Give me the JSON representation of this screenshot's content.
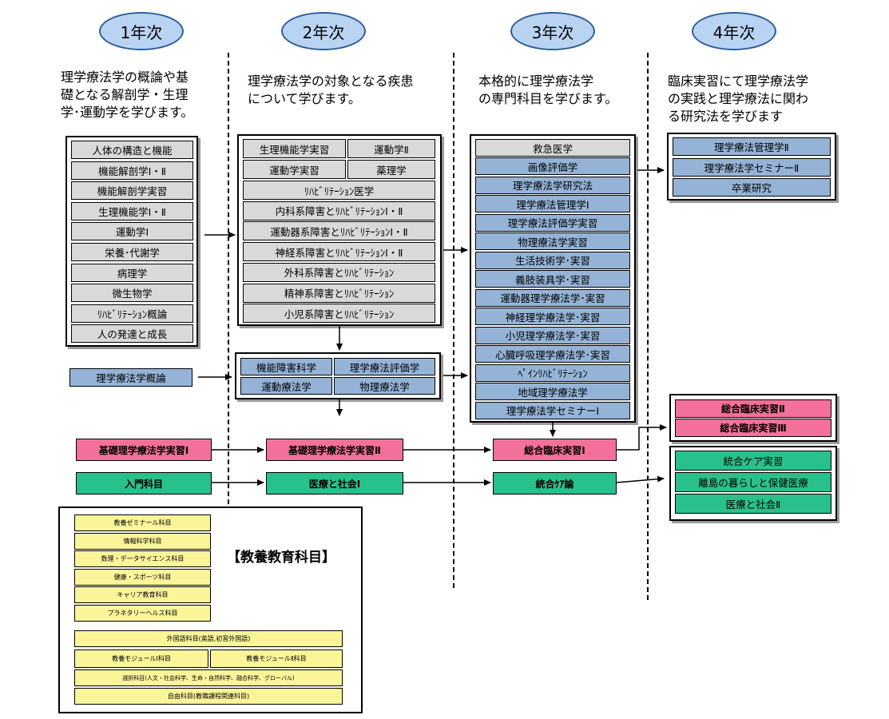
{
  "years": [
    "1年次",
    "2年次",
    "3年次",
    "4年次"
  ],
  "descriptions": [
    "理学療法学の概論や基\n礎となる解剖学・生理\n学･運動学を学びます。",
    "理学療法学の対象となる疾患\nについて学びます。",
    "本格的に理学療法学\nの専門科目を学びます。",
    "臨床実習にて理学療法学\nの実践と理学療法に関わ\nる研究法を学びます"
  ],
  "year1_courses": [
    "人体の構造と機能",
    "機能解剖学Ⅰ・Ⅱ",
    "機能解剖学実習",
    "生理機能学Ⅰ・Ⅱ",
    "運動学Ⅰ",
    "栄養･代謝学",
    "病理学",
    "微生物学",
    "ﾘﾊﾋﾞﾘﾃｰｼｮﾝ概論",
    "人の発達と成長"
  ],
  "year1_intro": "理学療法学概論",
  "year2_pairs": [
    [
      "生理機能学実習",
      "運動学Ⅱ"
    ],
    [
      "運動学実習",
      "薬理学"
    ]
  ],
  "year2_courses": [
    "ﾘﾊﾋﾞﾘﾃｰｼｮﾝ医学",
    "内科系障害とﾘﾊﾋﾞﾘﾃｰｼｮﾝⅠ・Ⅱ",
    "運動器系障害とﾘﾊﾋﾞﾘﾃｰｼｮﾝⅠ・Ⅱ",
    "神経系障害とﾘﾊﾋﾞﾘﾃｰｼｮﾝⅠ・Ⅱ",
    "外科系障害とﾘﾊﾋﾞﾘﾃｰｼｮﾝ",
    "精神系障害とﾘﾊﾋﾞﾘﾃｰｼｮﾝ",
    "小児系障害とﾘﾊﾋﾞﾘﾃｰｼｮﾝ"
  ],
  "year2_blue": [
    [
      "機能障害科学",
      "理学療法評価学"
    ],
    [
      "運動療法学",
      "物理療法学"
    ]
  ],
  "year3_top": "救急医学",
  "year3_courses": [
    "画像評価学",
    "理学療法学研究法",
    "理学療法管理学Ⅰ",
    "理学療法評価学実習",
    "物理療法学実習",
    "生活技術学･実習",
    "義肢装具学･実習",
    "運動器理学療法学･実習",
    "神経理学療法学･実習",
    "小児理学療法学･実習",
    "心臓呼吸理学療法学･実習",
    "ﾍﾟｲﾝﾘﾊﾋﾞﾘﾃｰｼｮﾝ",
    "地域理学療法学",
    "理学療法学セミナーⅠ"
  ],
  "year4_courses": [
    "理学療法管理学Ⅱ",
    "理学療法学セミナーⅡ",
    "卒業研究"
  ],
  "pink_row": [
    "基礎理学療法学実習Ⅰ",
    "基礎理学療法学実習Ⅱ",
    "総合臨床実習Ⅰ"
  ],
  "year4_pink": [
    "総合臨床実習Ⅱ",
    "総合臨床実習Ⅲ"
  ],
  "green_row": [
    "入門科目",
    "医療と社会Ⅰ",
    "統合ｹｱ論"
  ],
  "year4_green": [
    "統合ケア実習",
    "離島の暮らしと保健医療",
    "医療と社会Ⅱ"
  ],
  "general": {
    "title": "【教養教育科目】",
    "left_col": [
      "教養ゼミナール科目",
      "情報科学科目",
      "数理・データサイエンス科目",
      "健康・スポーツ科目",
      "キャリア教育科目",
      "プラネタリーヘルス科目"
    ],
    "foreign": "外国語科目(英語,初習外国語)",
    "modules": [
      "教養モジュールⅠ科目",
      "教養モジュールⅡ科目"
    ],
    "elective": "選択科目(人文・社会科学、生命・自然科学、融合科学、グローバル)",
    "free": "自由科目(教職課程関連科目)"
  },
  "colors": {
    "ellipse": "#b9d3f2",
    "gray": "#d9d9d9",
    "blue": "#95b3d7",
    "pink": "#f2709a",
    "green": "#29c08c",
    "yellow": "#fbf59a"
  }
}
